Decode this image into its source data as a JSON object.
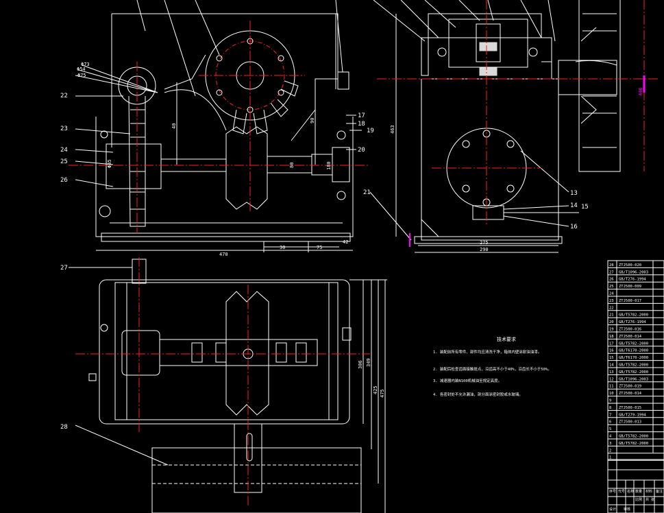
{
  "colors": {
    "bg": "#000000",
    "line": "#ffffff",
    "center": "#ff2020",
    "magenta": "#ff00ff"
  },
  "front": {
    "balloons": {
      "b22": "22",
      "b23": "23",
      "b24": "24",
      "b25": "25",
      "b26": "26",
      "b17": "17",
      "b18": "18",
      "b19": "19",
      "b20": "20",
      "b21": "21"
    },
    "dims": {
      "d40": "40",
      "d90": "90",
      "d80": "80",
      "d470": "470",
      "d30": "30",
      "d75": "75",
      "d42": "42",
      "da1": "Φ54",
      "da2": "Φ73",
      "da3": "Φ75",
      "d2b": "180",
      "d3b": "Φ45"
    }
  },
  "side": {
    "balloons": {
      "b13": "13",
      "b14": "14",
      "b15": "15",
      "b16": "16"
    },
    "dims": {
      "h": "463",
      "w1": "275",
      "w2": "290",
      "r": "446"
    }
  },
  "top": {
    "balloons": {
      "b27": "27",
      "b28": "28"
    },
    "dims": {
      "w": "306",
      "w2": "349",
      "w3": "425",
      "w4": "475"
    }
  },
  "notes": {
    "title": "技术要求",
    "items": [
      "1. 装配前所有零件、部件均应清洗干净，箱体内壁涂耐油油漆。",
      "2. 装配后检查齿面接触斑点，沿齿高不小于40%，沿齿长不小于50%。",
      "3. 减速器内装N100机械油至规定高度。",
      "4. 各密封处不允许漏油，剖分面涂密封胶或水玻璃。"
    ]
  },
  "bom": [
    {
      "no": "28",
      "code": "ZTJ500-020"
    },
    {
      "no": "27",
      "code": "GB/T1096-2003"
    },
    {
      "no": "26",
      "code": "GB/T276-1994"
    },
    {
      "no": "25",
      "code": "ZTJ500-009"
    },
    {
      "no": "24",
      "code": ""
    },
    {
      "no": "23",
      "code": "ZTJ500-017"
    },
    {
      "no": "22",
      "code": ""
    },
    {
      "no": "21",
      "code": "GB/T5782-2000"
    },
    {
      "no": "20",
      "code": "GB/T276-1994"
    },
    {
      "no": "19",
      "code": "ZTJ500-016"
    },
    {
      "no": "18",
      "code": "ZTJ500-014"
    },
    {
      "no": "17",
      "code": "GB/T5782-2000"
    },
    {
      "no": "16",
      "code": "GB/T6170-2000"
    },
    {
      "no": "15",
      "code": "GB/T6170-2000"
    },
    {
      "no": "14",
      "code": "GB/T5782-2000"
    },
    {
      "no": "13",
      "code": "GB/T5782-2000"
    },
    {
      "no": "12",
      "code": "GB/T1096-2003"
    },
    {
      "no": "11",
      "code": "ZTJ500-019"
    },
    {
      "no": "10",
      "code": "ZTJ500-014"
    },
    {
      "no": "9",
      "code": ""
    },
    {
      "no": "8",
      "code": "ZTJ500-015"
    },
    {
      "no": "7",
      "code": "GB/T279-1994"
    },
    {
      "no": "6",
      "code": "ZTJ500-013"
    },
    {
      "no": "5",
      "code": ""
    },
    {
      "no": "4",
      "code": "GB/T5782-2000"
    },
    {
      "no": "3",
      "code": "GB/T5782-2000"
    },
    {
      "no": "2",
      "code": ""
    },
    {
      "no": "1",
      "code": ""
    }
  ],
  "titleblock": {
    "h1": "序号",
    "h2": "代号",
    "h3": "名称",
    "h4": "数量",
    "h5": "材料",
    "h6": "备注",
    "design": "设计",
    "check": "审核",
    "scale": "比例",
    "sheet": "共 张"
  }
}
